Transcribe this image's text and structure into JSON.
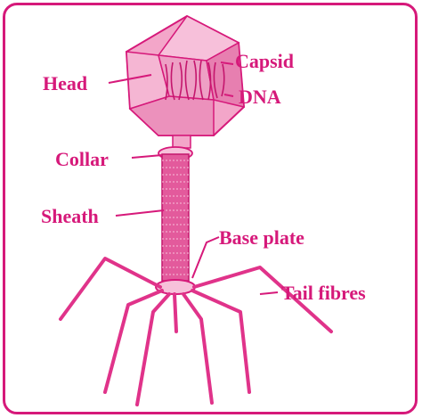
{
  "diagram": {
    "labels": {
      "head": "Head",
      "capsid": "Capsid",
      "dna": "DNA",
      "collar": "Collar",
      "sheath": "Sheath",
      "base_plate": "Base plate",
      "tail_fibres": "Tail fibres"
    },
    "colors": {
      "accent": "#d6197a",
      "head_fill": "#f3a6c9",
      "head_shade": "#e77fb0",
      "sheath_fill": "#e35a9c",
      "fibre": "#e0338a"
    }
  }
}
